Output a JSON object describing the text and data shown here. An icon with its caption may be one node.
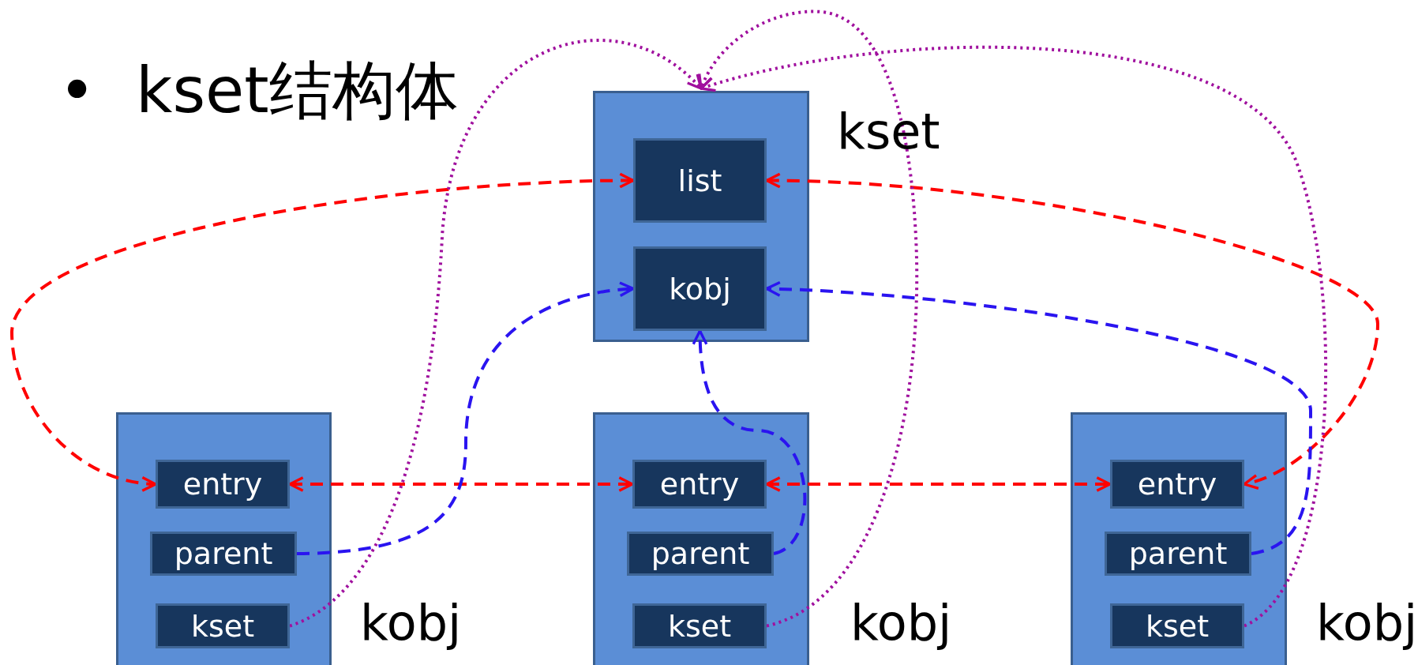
{
  "diagram": {
    "title": "•  kset结构体",
    "nodes": [
      {
        "text": [
          "kset"
        ]
      },
      {
        "text": [
          "list"
        ],
        "in": 0
      },
      {
        "text": [
          "kobj"
        ],
        "in": 0
      },
      {
        "text": [
          "kobj"
        ]
      },
      {
        "text": [
          "entry"
        ],
        "in": 3
      },
      {
        "text": [
          "parent"
        ],
        "in": 3
      },
      {
        "text": [
          "kset"
        ],
        "in": 3
      },
      {
        "text": [
          "kobj"
        ]
      },
      {
        "text": [
          "entry"
        ],
        "in": 7
      },
      {
        "text": [
          "parent"
        ],
        "in": 7
      },
      {
        "text": [
          "kset"
        ],
        "in": 7
      },
      {
        "text": [
          "kobj"
        ]
      },
      {
        "text": [
          "entry"
        ],
        "in": 11
      },
      {
        "text": [
          "parent"
        ],
        "in": 11
      },
      {
        "text": [
          "kset"
        ],
        "in": 11
      }
    ],
    "edges": [
      {
        "from": 1,
        "to": 4,
        "arrow": "both",
        "style": "dashed",
        "color": "#ff0000"
      },
      {
        "from": 4,
        "to": 8,
        "arrow": "both",
        "style": "dashed",
        "color": "#ff0000"
      },
      {
        "from": 8,
        "to": 12,
        "arrow": "both",
        "style": "dashed",
        "color": "#ff0000"
      },
      {
        "from": 1,
        "to": 12,
        "arrow": "both",
        "style": "dashed",
        "color": "#ff0000"
      },
      {
        "from": 5,
        "to": 2,
        "arrow": "to",
        "style": "dashed",
        "color": "#2a14f0"
      },
      {
        "from": 9,
        "to": 2,
        "arrow": "to",
        "style": "dashed",
        "color": "#2a14f0"
      },
      {
        "from": 13,
        "to": 2,
        "arrow": "to",
        "style": "dashed",
        "color": "#2a14f0"
      },
      {
        "from": 6,
        "to": 0,
        "arrow": "to",
        "style": "dashed",
        "color": "#a0109e"
      },
      {
        "from": 10,
        "to": 0,
        "arrow": "to",
        "style": "dashed",
        "color": "#a0109e"
      },
      {
        "from": 14,
        "to": 0,
        "arrow": "to",
        "style": "dashed",
        "color": "#a0109e"
      }
    ]
  }
}
